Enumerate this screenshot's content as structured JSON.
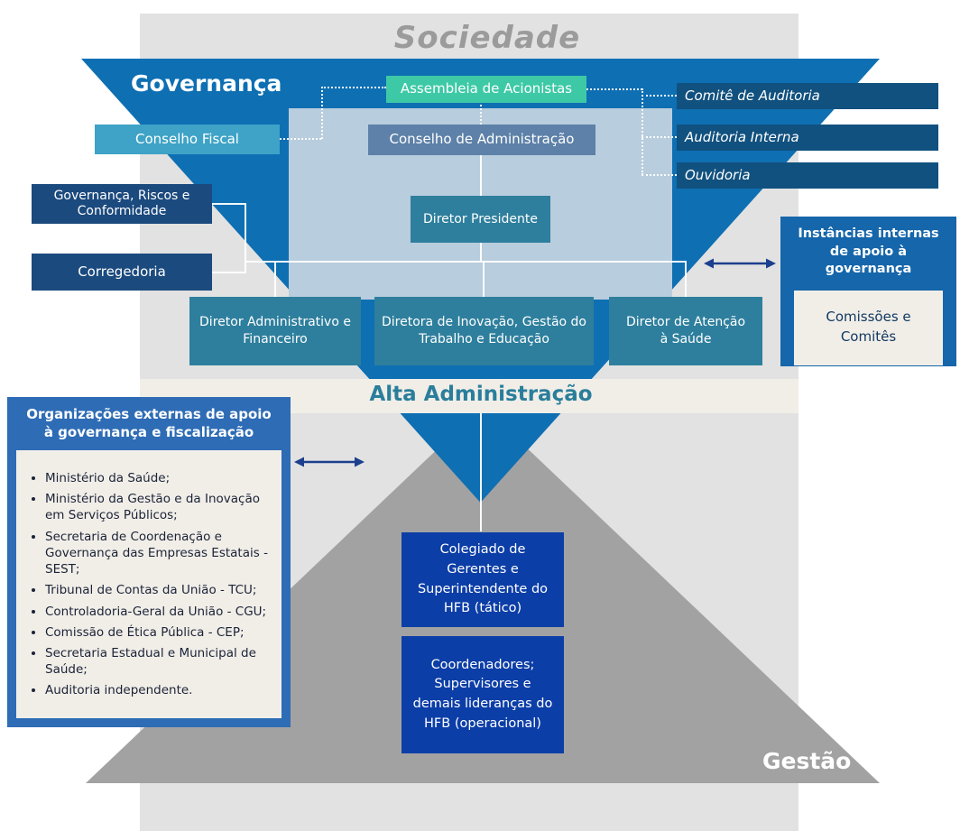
{
  "labels": {
    "sociedade": "Sociedade",
    "governanca": "Governança",
    "alta_administracao": "Alta Administração",
    "gestao": "Gestão"
  },
  "governance_boxes": {
    "assembleia": "Assembleia de Acionistas",
    "conselho_fiscal": "Conselho Fiscal",
    "conselho_administracao": "Conselho de Administração",
    "comite_auditoria": "Comitê de Auditoria",
    "auditoria_interna": "Auditoria Interna",
    "ouvidoria": "Ouvidoria",
    "governanca_riscos": "Governança, Riscos e Conformidade",
    "corregedoria": "Corregedoria",
    "diretor_presidente": "Diretor Presidente",
    "diretor_administrativo": "Diretor Administrativo e Financeiro",
    "diretora_inovacao": "Diretora de Inovação, Gestão do Trabalho e Educação",
    "diretor_atencao": "Diretor de Atenção à Saúde"
  },
  "gestao_boxes": {
    "colegiado": "Colegiado de Gerentes e Superintendente do HFB (tático)",
    "coordenadores": "Coordenadores; Supervisores e demais lideranças do HFB (operacional)"
  },
  "instancias_internas": {
    "title": "Instâncias internas de apoio à governança",
    "body": "Comissões e Comitês"
  },
  "organizacoes_externas": {
    "title": "Organizações externas de apoio à governança e fiscalização",
    "items": [
      "Ministério da Saúde;",
      "Ministério da Gestão e da Inovação em Serviços Públicos;",
      "Secretaria de Coordenação e Governança das Empresas Estatais - SEST;",
      "Tribunal de Contas da União - TCU;",
      "Controladoria-Geral da União - CGU;",
      "Comissão de Ética Pública - CEP;",
      "Secretaria Estadual e Municipal de Saúde;",
      "Auditoria independente."
    ]
  },
  "colors": {
    "triangle_blue": "#0e6fb3",
    "triangle_gray": "#a2a2a2",
    "background_band": "#e2e2e2",
    "teal_green": "#3ec9a6",
    "teal_medium": "#3ea3c6",
    "slate_blue": "#5d81a8",
    "navy": "#11517f",
    "navy_left": "#1b4a7e",
    "teal_dark": "#2e7f9d",
    "royal_blue": "#0c3ea7",
    "panel_blue_left": "#2e6cb5",
    "panel_blue_right": "#1566aa",
    "beige": "#f1eee8",
    "arrow_navy": "#1c3f8e",
    "alta_text": "#2a7e9b",
    "sociedade_text": "#9b9b9b"
  }
}
